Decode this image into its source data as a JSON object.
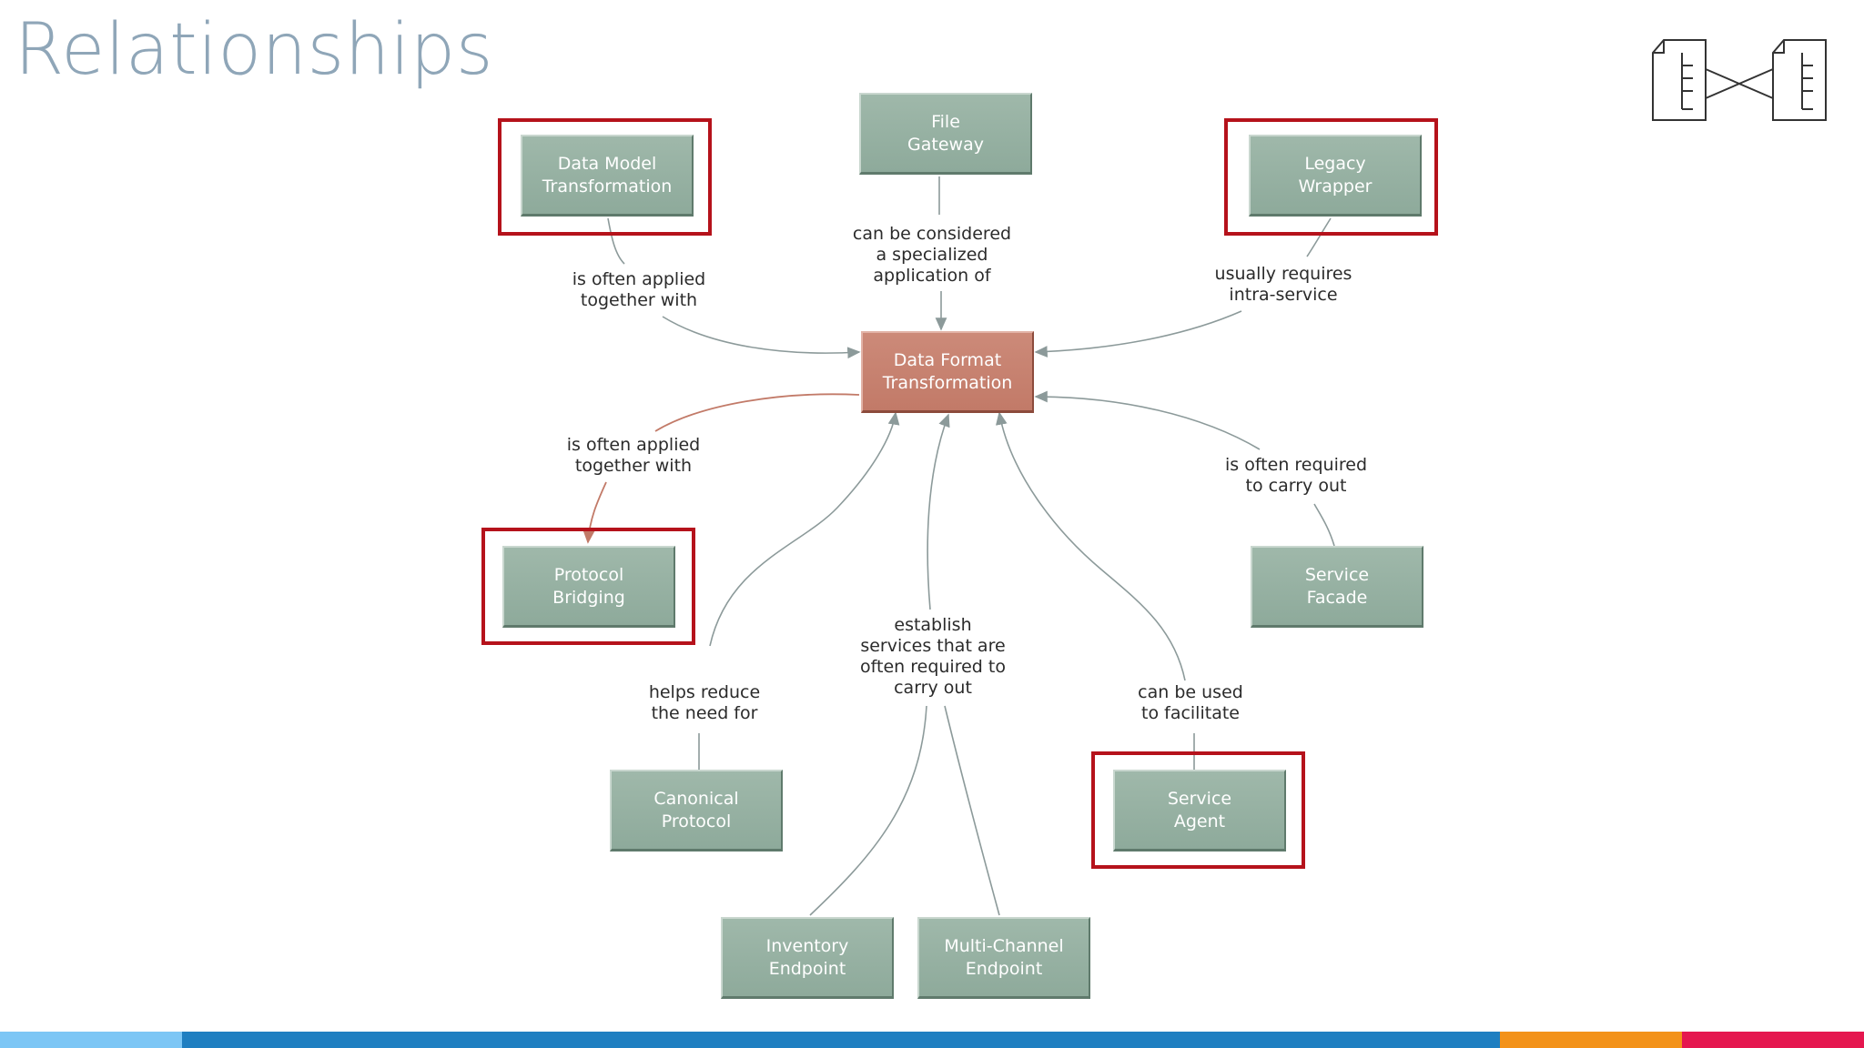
{
  "slide": {
    "title": "Relationships"
  },
  "nodes": {
    "file_gateway": "File\nGateway",
    "data_model": "Data Model\nTransformation",
    "legacy_wrapper": "Legacy\nWrapper",
    "center": "Data Format\nTransformation",
    "protocol_bridging": "Protocol\nBridging",
    "service_facade": "Service\nFacade",
    "canonical_protocol": "Canonical\nProtocol",
    "service_agent": "Service\nAgent",
    "inventory_endpoint": "Inventory\nEndpoint",
    "multichannel_endpoint": "Multi-Channel\nEndpoint"
  },
  "labels": {
    "data_model": "is often applied\ntogether with",
    "file_gateway": "can be considered\na specialized\napplication of",
    "legacy_wrapper": "usually requires\nintra-service",
    "protocol_bridging": "is often applied\ntogether with",
    "service_facade": "is often required\nto carry out",
    "endpoints": "establish\nservices that are\noften required to\ncarry out",
    "canonical_protocol": "helps reduce\nthe need for",
    "service_agent": "can be used\nto facilitate"
  },
  "colors": {
    "node_fill": "#94ae9f",
    "center_fill": "#c78170",
    "highlight": "#b5121b",
    "title": "#8fa6b8",
    "connector": "#8c9a9a",
    "connector_highlight": "#c27a68",
    "footer": [
      "#7cc6f5",
      "#1f7fc1",
      "#f39219",
      "#e5174f"
    ]
  },
  "icons": {
    "logo": "two-documents-linked-icon"
  }
}
